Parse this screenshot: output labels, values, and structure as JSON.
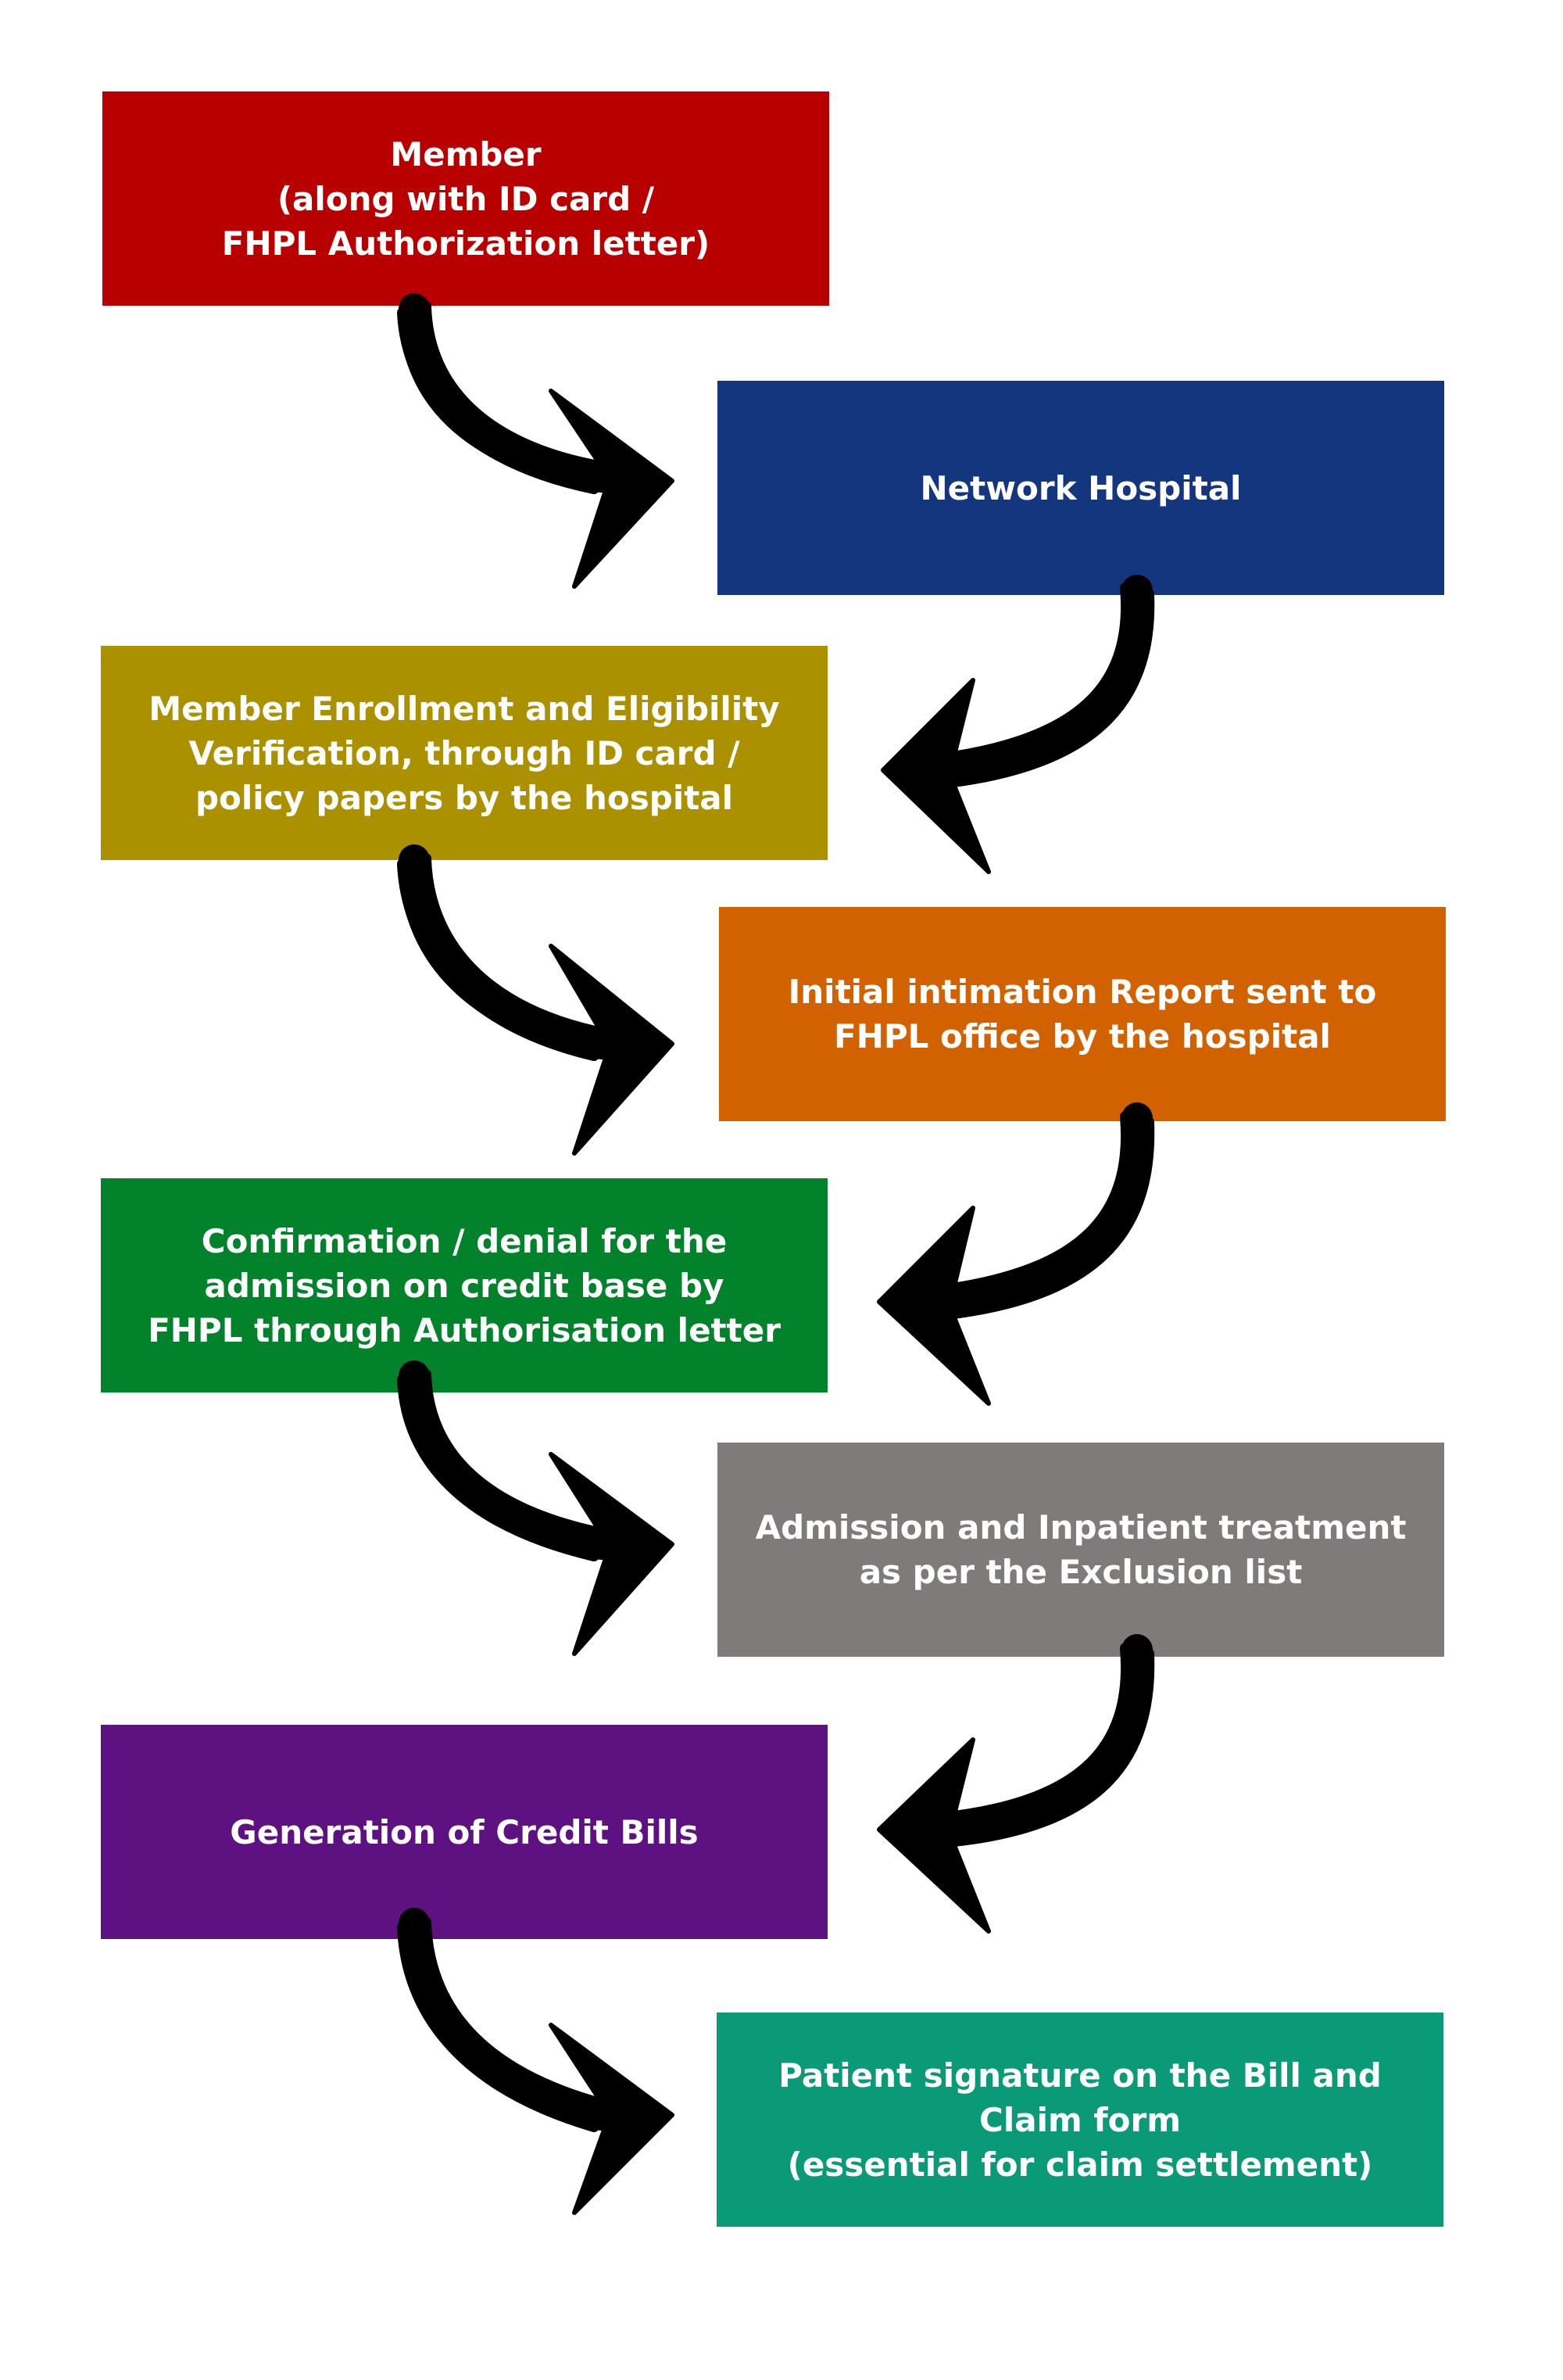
{
  "steps": [
    {
      "id": "member",
      "text": "Member\n(along with ID card /\nFHPL Authorization letter)",
      "color": "#b80000"
    },
    {
      "id": "network-hospital",
      "text": "Network Hospital",
      "color": "#13367f"
    },
    {
      "id": "enrollment",
      "text": "Member Enrollment and Eligibility\nVerification, through ID card /\npolicy papers by the hospital",
      "color": "#ab9100"
    },
    {
      "id": "initial-intimation",
      "text": "Initial intimation Report sent to\nFHPL office by the hospital",
      "color": "#d26200"
    },
    {
      "id": "confirmation",
      "text": "Confirmation / denial for the\nadmission on credit base by\nFHPL through Authorisation letter",
      "color": "#01822b"
    },
    {
      "id": "admission",
      "text": "Admission and Inpatient treatment\nas per the Exclusion list",
      "color": "#7f7b7a"
    },
    {
      "id": "credit-bills",
      "text": "Generation of Credit Bills",
      "color": "#5e1181"
    },
    {
      "id": "patient-signature",
      "text": "Patient signature on the Bill and\nClaim form\n (essential for claim settlement)",
      "color": "#0b9a78"
    }
  ],
  "arrow_color": "#000000"
}
